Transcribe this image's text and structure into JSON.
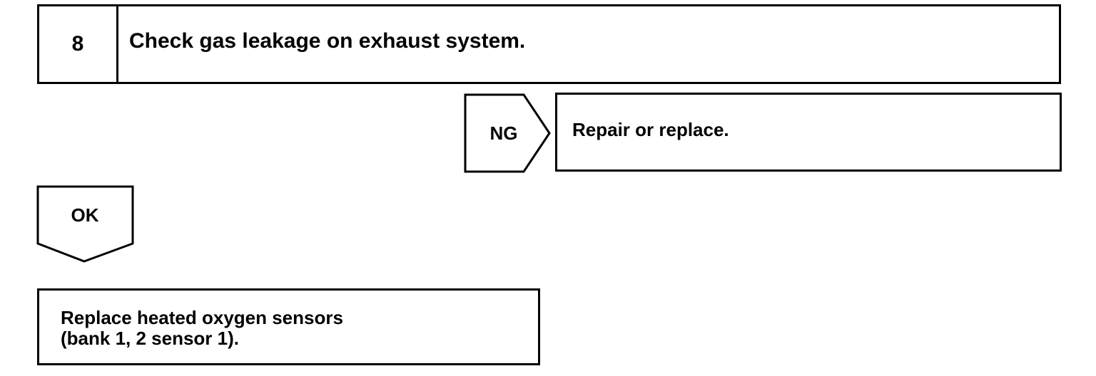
{
  "step": {
    "number": "8",
    "text": "Check gas leakage on exhaust system."
  },
  "ng_branch": {
    "label": "NG",
    "result": "Repair or replace."
  },
  "ok_branch": {
    "label": "OK"
  },
  "final_action": {
    "lines": [
      "Replace heated oxygen sensors",
      "(bank 1, 2 sensor 1)."
    ]
  }
}
